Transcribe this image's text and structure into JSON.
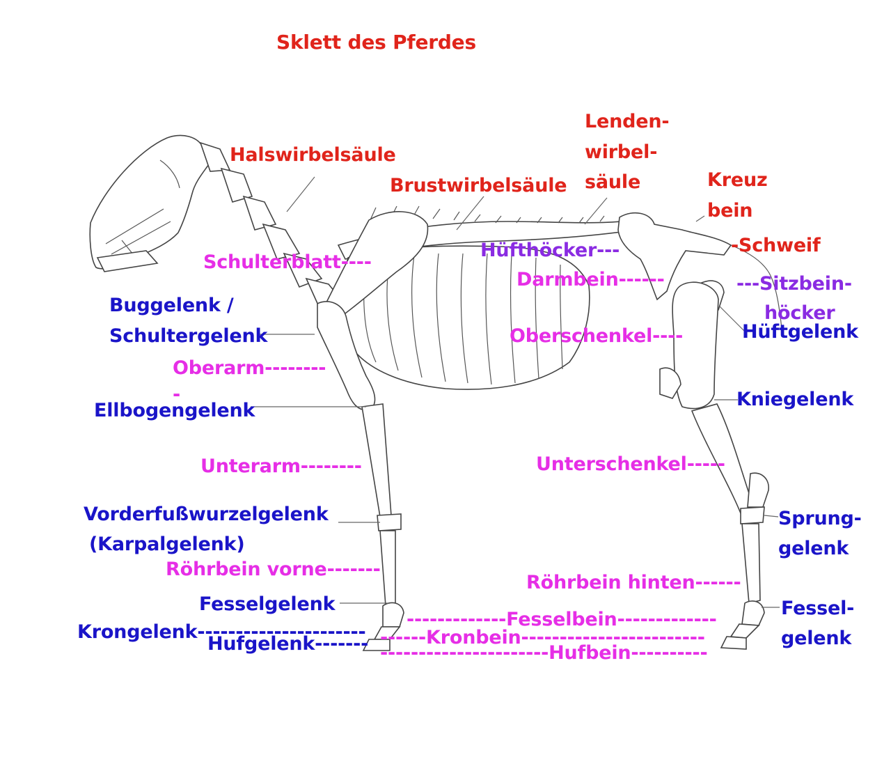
{
  "title": "Sklett des Pferdes",
  "labels": {
    "halswirbelsaeule": "Halswirbelsäule",
    "brustwirbelsaeule": "Brustwirbelsäule",
    "lenden1": "Lenden-",
    "lenden2": "wirbel-",
    "lenden3": "säule",
    "kreuz1": "Kreuz",
    "kreuz2": "bein",
    "schweif": "-Schweif",
    "schulterblatt": "Schulterblatt----",
    "huefthoecker": "Hüfthöcker---",
    "darmbein": "Darmbein------",
    "sitzbein1": "---Sitzbein-",
    "sitzbein2": "höcker",
    "buggelenk1": "Buggelenk /",
    "buggelenk2": "Schultergelenk",
    "oberschenkel": "Oberschenkel----",
    "hueftgelenk": "Hüftgelenk",
    "oberarm": "Oberarm--------",
    "oberarm_dash": "-",
    "ellbogengelenk": "Ellbogengelenk",
    "kniegelenk": "Kniegelenk",
    "unterarm": "Unterarm--------",
    "unterschenkel": "Unterschenkel-----",
    "vorderfuss": "Vorderfußwurzelgelenk",
    "karpal": "(Karpalgelenk)",
    "sprung1": "Sprung-",
    "sprung2": "gelenk",
    "roehrbein_vorne": "Röhrbein vorne-------",
    "roehrbein_hinten": "Röhrbein hinten------",
    "fesselgelenk": "Fesselgelenk",
    "fessel1": "Fessel-",
    "fessel2": "gelenk",
    "fesselbein": "-------------Fesselbein-------------",
    "krongelenk": "Krongelenk----------------------",
    "kronbein": "------Kronbein------------------------",
    "hufgelenk": "Hufgelenk-------",
    "hufbein": "----------------------Hufbein----------"
  },
  "colors": {
    "bone_names": "#e62ee6",
    "joints": "#1a14c8",
    "spine": "#e0241b",
    "pelvis": "#8a2be2"
  }
}
